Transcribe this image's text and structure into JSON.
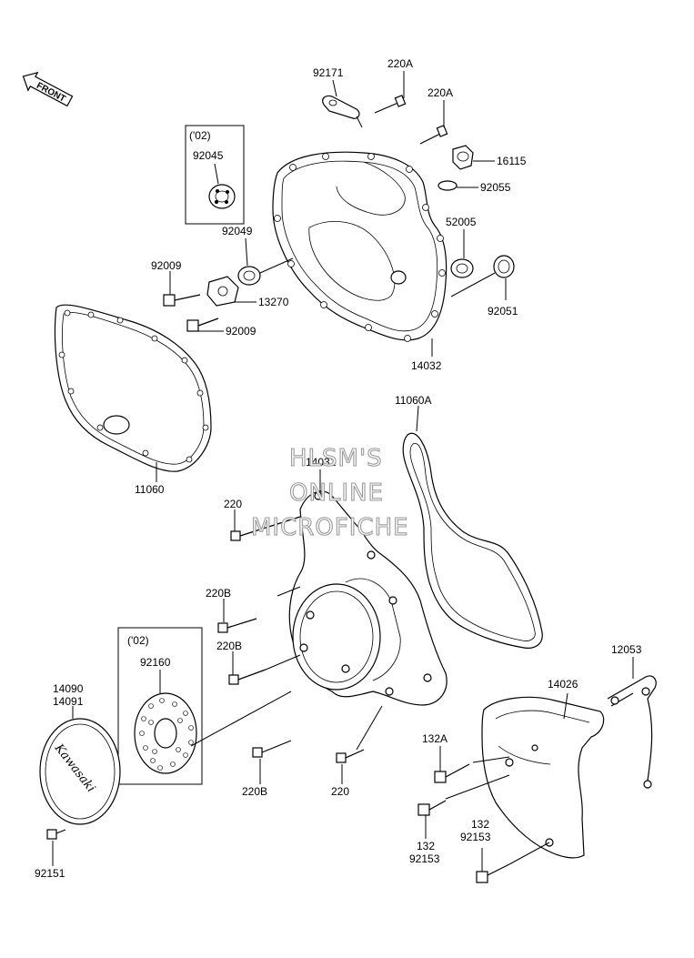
{
  "front_label": "FRONT",
  "watermark": [
    "HLSM'S",
    "ONLINE",
    "MICROFICHE"
  ],
  "variant_boxes": [
    {
      "year": "('02)",
      "part": "92045"
    },
    {
      "year": "('02)",
      "part": "92160"
    }
  ],
  "parts": {
    "p92171": "92171",
    "p220A_1": "220A",
    "p220A_2": "220A",
    "p16115": "16115",
    "p92055": "92055",
    "p52005": "52005",
    "p92051": "92051",
    "p14032": "14032",
    "p92049": "92049",
    "p92009_1": "92009",
    "p92009_2": "92009",
    "p13270": "13270",
    "p11060": "11060",
    "p11060A": "11060A",
    "p14031": "14031",
    "p220_1": "220",
    "p220B_1": "220B",
    "p220B_2": "220B",
    "p220B_3": "220B",
    "p220_2": "220",
    "p14090": "14090",
    "p14091": "14091",
    "p92151": "92151",
    "p12053": "12053",
    "p14026": "14026",
    "p132A": "132A",
    "p132_1": "132",
    "p92153_1": "92153",
    "p132_2": "132",
    "p92153_2": "92153"
  },
  "badge_text": "Kawasaki"
}
